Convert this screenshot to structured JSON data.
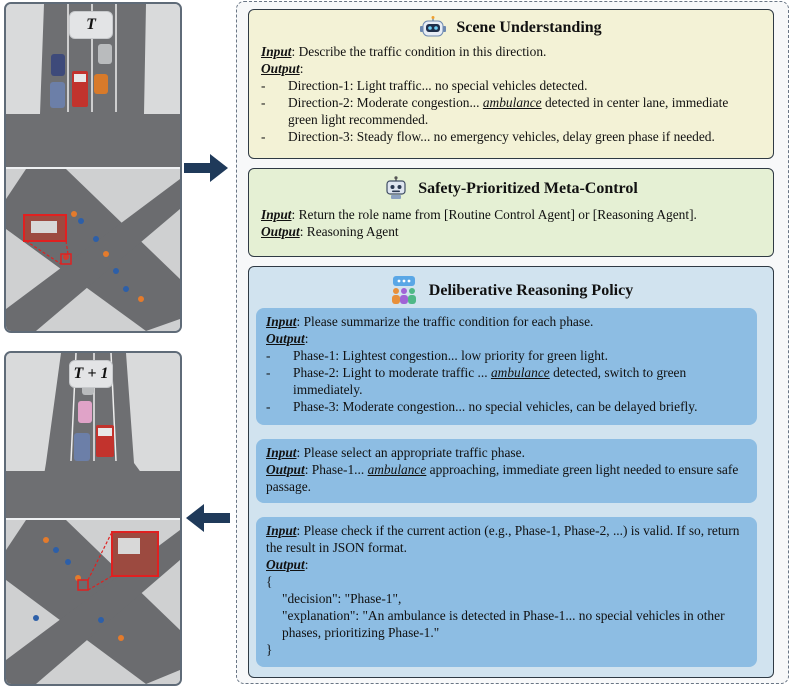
{
  "timeline": {
    "top_label": "T",
    "bottom_label": "T + 1"
  },
  "scene_understanding": {
    "title": "Scene Understanding",
    "input_label": "Input",
    "input_text": ": Describe the traffic condition in this direction.",
    "output_label": "Output",
    "output_colon": ":",
    "items": [
      {
        "pre": "Direction-1: Light traffic... no special vehicles detected.",
        "amb": "",
        "post": ""
      },
      {
        "pre": "Direction-2: Moderate congestion... ",
        "amb": "ambulance",
        "post": " detected in center lane, immediate green light recommended."
      },
      {
        "pre": "Direction-3: Steady flow... no emergency vehicles, delay green phase if needed.",
        "amb": "",
        "post": ""
      }
    ]
  },
  "meta_control": {
    "title": "Safety-Prioritized Meta-Control",
    "input_label": "Input",
    "input_text": ": Return the role name from [Routine Control Agent] or [Reasoning Agent].",
    "output_label": "Output",
    "output_text": ": Reasoning Agent"
  },
  "reasoning": {
    "title": "Deliberative Reasoning Policy",
    "block1": {
      "input_label": "Input",
      "input_text": ": Please summarize the traffic condition for each phase.",
      "output_label": "Output",
      "output_colon": ":",
      "items": [
        {
          "pre": "Phase-1: Lightest congestion... low priority for green light.",
          "amb": "",
          "post": ""
        },
        {
          "pre": "Phase-2: Light to moderate traffic ... ",
          "amb": "ambulance",
          "post": " detected, switch to green immediately."
        },
        {
          "pre": "Phase-3: Moderate congestion... no special vehicles, can be delayed briefly.",
          "amb": "",
          "post": ""
        }
      ]
    },
    "block2": {
      "input_label": "Input",
      "input_text": ": Please select an appropriate traffic phase.",
      "output_label": "Output",
      "output_pre": ": Phase-1... ",
      "output_amb": "ambulance",
      "output_post": " approaching, immediate green light needed to ensure safe passage."
    },
    "block3": {
      "input_label": "Input",
      "input_text": ": Please check if the current action (e.g., Phase-1, Phase-2, ...) is valid. If so, return the result in JSON format.",
      "output_label": "Output",
      "output_colon": ":",
      "json_open": "{",
      "json_line1": "\"decision\": \"Phase-1\",",
      "json_line2": "\"explanation\": \"An ambulance is detected in Phase-1... no special vehicles in other phases, prioritizing Phase-1.\"",
      "json_close": "}"
    }
  },
  "colors": {
    "scene_bg": "#f3f2d6",
    "meta_bg": "#e5f0d4",
    "reasoning_bg": "#d1e3ef",
    "sub_bg": "#8dbde3",
    "arrow": "#1f3a5a"
  },
  "icons": [
    "robot-icon",
    "robot-icon",
    "agents-icon",
    "arrow-right-icon",
    "arrow-left-icon",
    "ambulance-highlight-icon"
  ]
}
